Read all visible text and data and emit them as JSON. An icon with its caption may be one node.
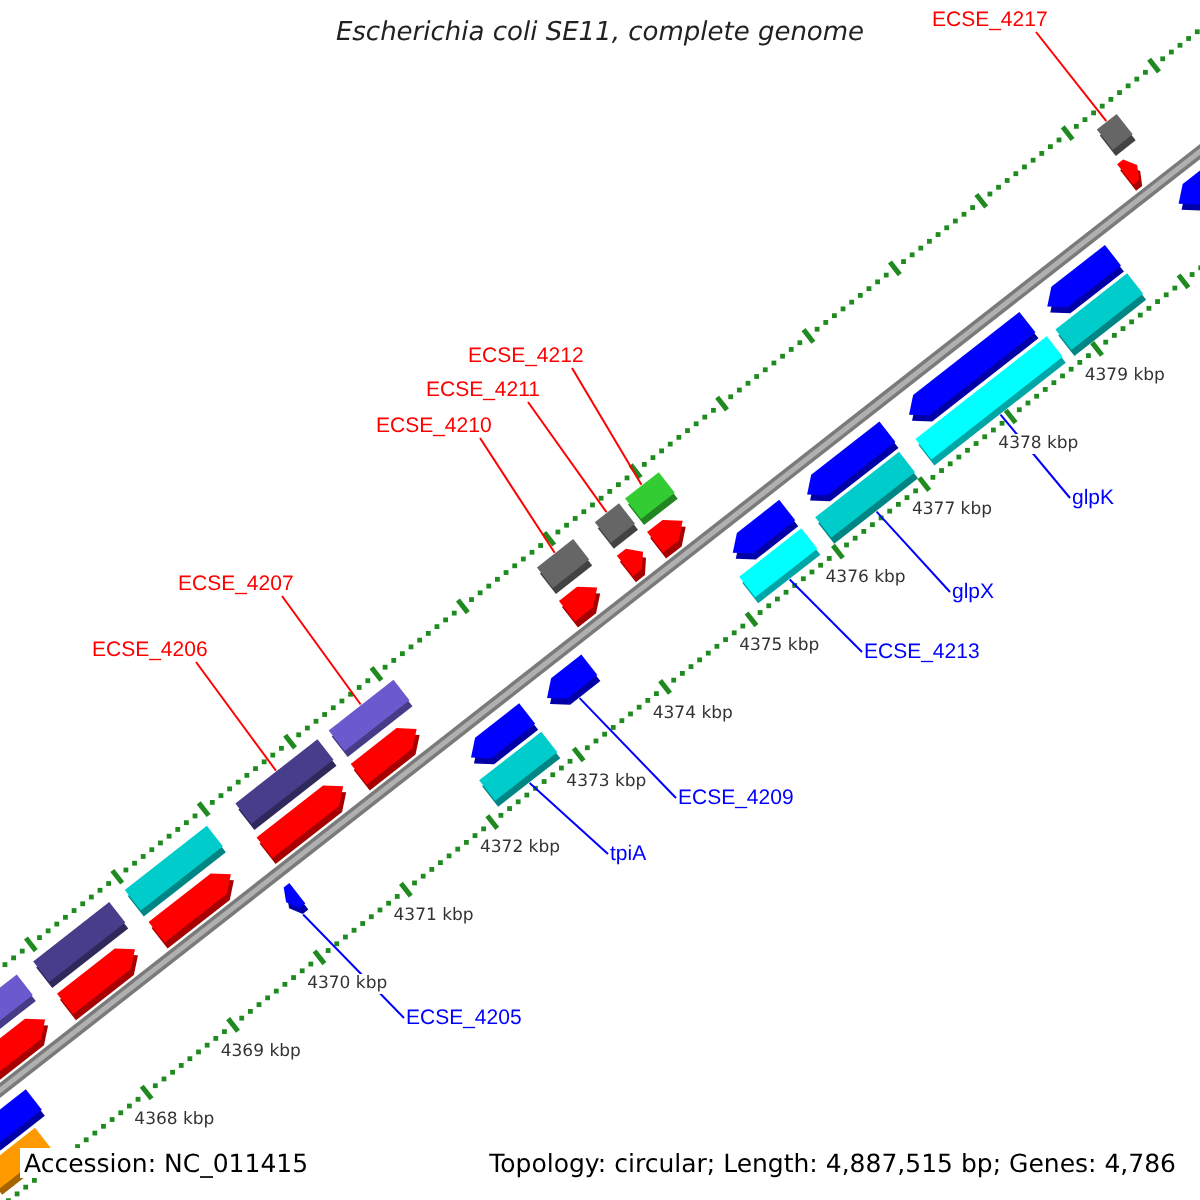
{
  "diagram": {
    "title": "Escherichia coli SE11, complete genome",
    "nodes": [
      {
        "text": [
          "ECSE_4217"
        ]
      },
      {
        "text": [
          "ECSE_4212"
        ]
      },
      {
        "text": [
          "ECSE_4211"
        ]
      },
      {
        "text": [
          "ECSE_4210"
        ]
      },
      {
        "text": [
          "ECSE_4207"
        ]
      },
      {
        "text": [
          "ECSE_4206"
        ]
      },
      {
        "text": [
          "glpK"
        ]
      },
      {
        "text": [
          "glpX"
        ]
      },
      {
        "text": [
          "ECSE_4213"
        ]
      },
      {
        "text": [
          "ECSE_4209"
        ]
      },
      {
        "text": [
          "tpiA"
        ]
      },
      {
        "text": [
          "ECSE_4205"
        ]
      },
      {
        "text": [],
        "shape": "bar"
      },
      {
        "text": [],
        "shape": "bar"
      },
      {
        "text": [],
        "shape": "bar"
      },
      {
        "text": [],
        "shape": "bar"
      },
      {
        "text": [],
        "shape": "bar"
      },
      {
        "text": [],
        "shape": "bar"
      },
      {
        "text": [],
        "shape": "bar"
      },
      {
        "text": [],
        "shape": "bar"
      },
      {
        "text": [],
        "shape": "bar"
      },
      {
        "text": [],
        "shape": "bar"
      },
      {
        "text": [],
        "shape": "bar"
      },
      {
        "text": [],
        "shape": "bar"
      },
      {
        "text": [],
        "shape": "bar"
      },
      {
        "text": [],
        "shape": "bar"
      },
      {
        "text": [],
        "shape": "bar"
      },
      {
        "text": [],
        "shape": "bar"
      },
      {
        "text": [],
        "shape": "bar"
      },
      {
        "text": [],
        "shape": "bar"
      },
      {
        "text": [],
        "shape": "bar"
      },
      {
        "text": [],
        "shape": "bar"
      },
      {
        "text": [],
        "shape": "bar"
      },
      {
        "text": [],
        "shape": "bar"
      },
      {
        "text": [],
        "shape": "bar"
      },
      {
        "text": [],
        "shape": "bar"
      },
      {
        "text": [],
        "shape": "bar"
      },
      {
        "text": [],
        "shape": "bar"
      },
      {
        "text": [],
        "shape": "bar"
      },
      {
        "text": [],
        "shape": "bar"
      },
      {
        "text": [],
        "shape": "bar"
      },
      {
        "text": [],
        "shape": "bar"
      },
      {
        "text": [],
        "shape": "bar"
      },
      {
        "text": [],
        "shape": "bar"
      },
      {
        "text": [],
        "shape": "bar"
      }
    ],
    "edges": [
      {
        "from": 0,
        "to": 23,
        "arrow": "none"
      },
      {
        "from": 1,
        "to": 19,
        "arrow": "none"
      },
      {
        "from": 2,
        "to": 18,
        "arrow": "none"
      },
      {
        "from": 3,
        "to": 17,
        "arrow": "none"
      },
      {
        "from": 4,
        "to": 14,
        "arrow": "none"
      },
      {
        "from": 5,
        "to": 13,
        "arrow": "none"
      },
      {
        "from": 6,
        "to": 22,
        "arrow": "none",
        "color": "#0000ff"
      },
      {
        "from": 7,
        "to": 21,
        "arrow": "none",
        "color": "#0000ff"
      },
      {
        "from": 8,
        "to": 20,
        "arrow": "none",
        "color": "#0000ff"
      },
      {
        "from": 9,
        "to": 16,
        "arrow": "none",
        "color": "#0000ff"
      },
      {
        "from": 10,
        "to": 15,
        "arrow": "none",
        "color": "#0000ff"
      },
      {
        "from": 11,
        "to": 12,
        "arrow": "none",
        "color": "#0000ff"
      }
    ],
    "labels": [
      "4379 kbp",
      "4378 kbp",
      "4377 kbp",
      "4376 kbp",
      "4375 kbp",
      "4374 kbp",
      "4373 kbp",
      "4372 kbp",
      "4371 kbp",
      "4370 kbp",
      "4369 kbp",
      "4368 kbp",
      "Accession: NC_011415",
      "Topology: circular; Length: 4,887,515 bp; Genes: 4,786"
    ]
  }
}
